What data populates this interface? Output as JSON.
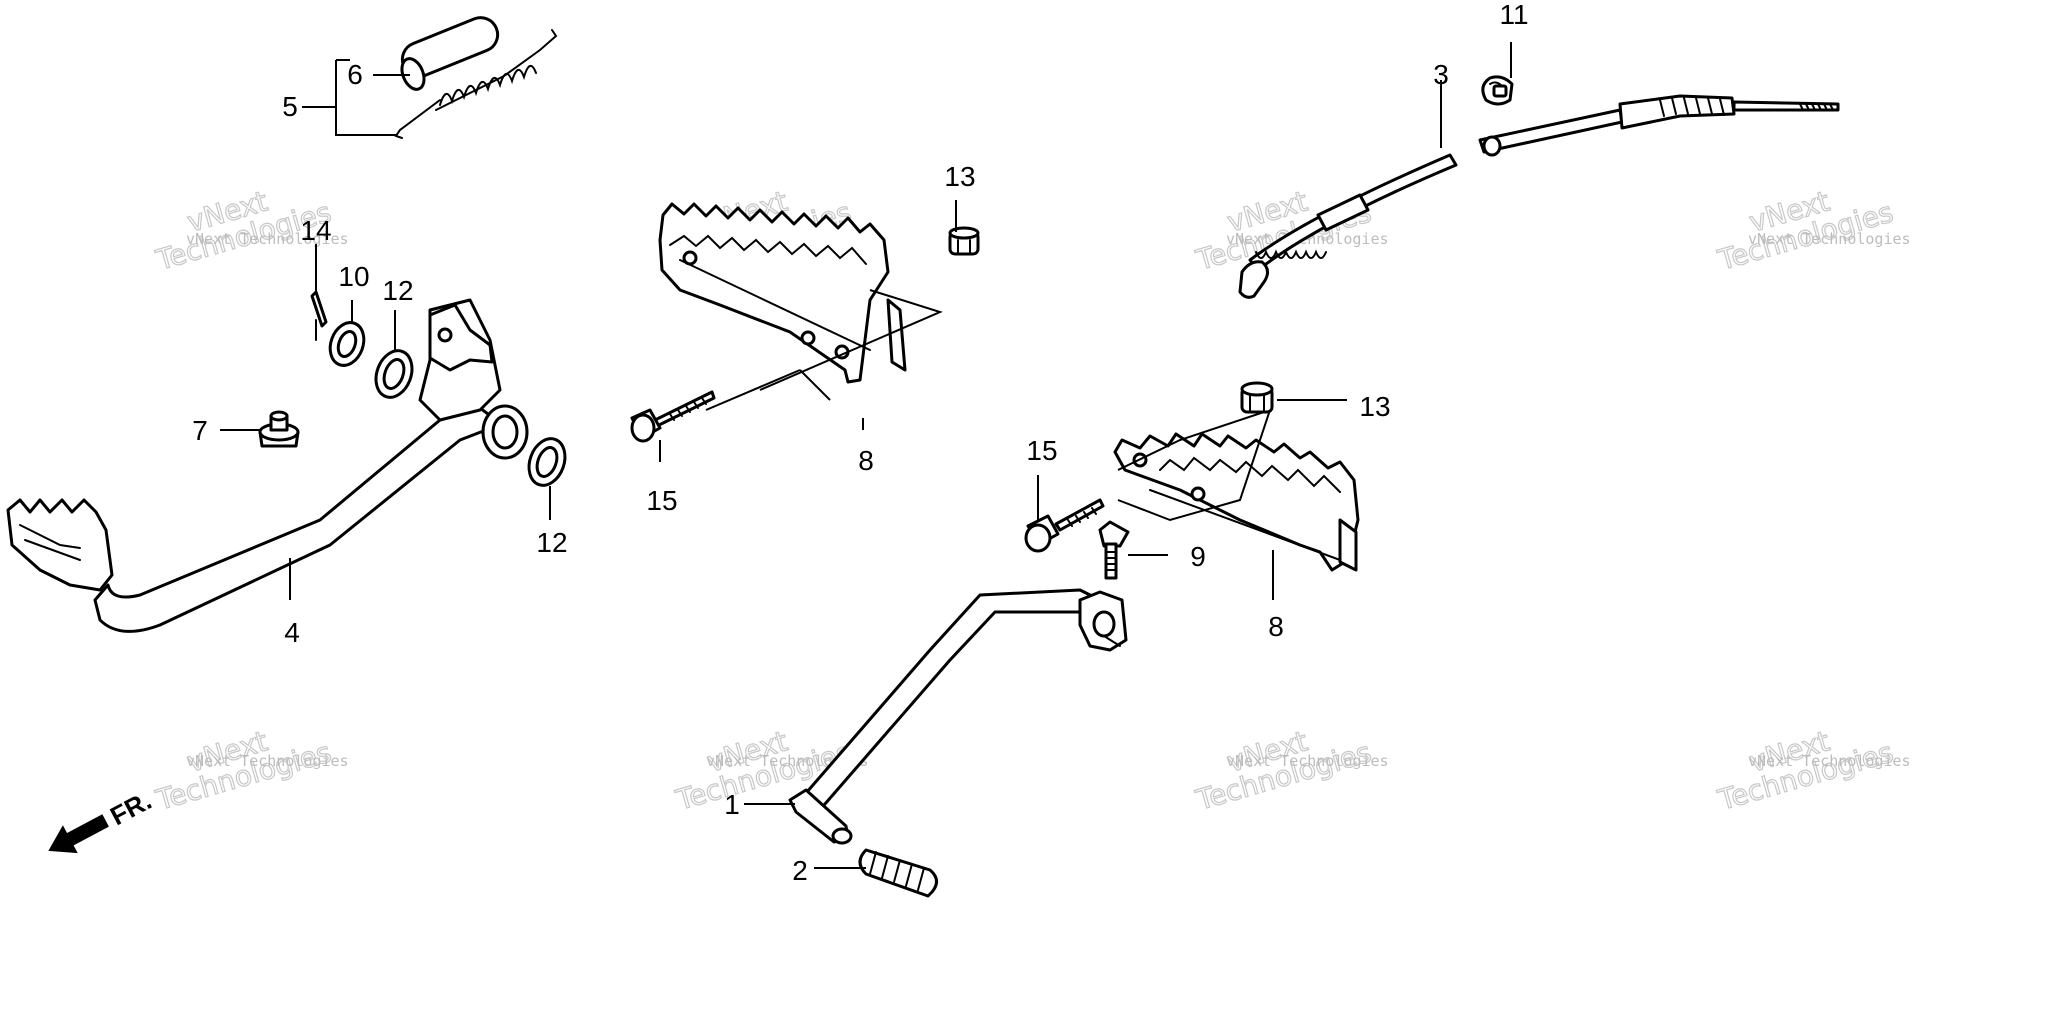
{
  "callouts": {
    "p1": "1",
    "p2": "2",
    "p3": "3",
    "p4": "4",
    "p5": "5",
    "p6": "6",
    "p7": "7",
    "p8a": "8",
    "p8b": "8",
    "p9": "9",
    "p10": "10",
    "p11": "11",
    "p12a": "12",
    "p12b": "12",
    "p13a": "13",
    "p13b": "13",
    "p14": "14",
    "p15a": "15",
    "p15b": "15"
  },
  "direction_label": "FR.",
  "watermark": {
    "line1": "vNext Technologies",
    "line2": "vNext",
    "line3": "Technologies"
  },
  "icons": {
    "front_arrow": "front-direction-arrow-icon"
  }
}
